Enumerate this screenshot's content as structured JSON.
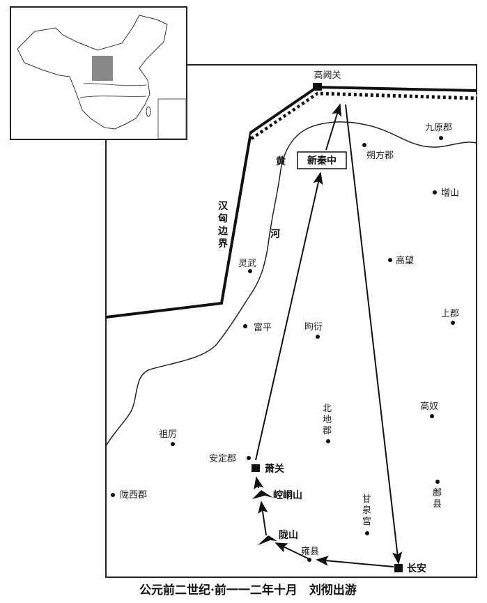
{
  "title": "公元前二世纪·前一一二年十月　刘彻出游",
  "boundary_label": [
    "汉",
    "匈",
    "边",
    "界"
  ],
  "river_label": [
    "黄",
    "河"
  ],
  "region_label": "新秦中",
  "places": {
    "gaoque": "高阙关",
    "jiuyuan": "九原郡",
    "shuofang": "朔方郡",
    "zengshan": "增山",
    "gaowang": "高望",
    "shangjun": "上郡",
    "lingwu": "灵武",
    "fuping": "富平",
    "quyan": "昫衍",
    "beidi": [
      "北",
      "地",
      "郡"
    ],
    "gaonu": "高奴",
    "zuli": "祖厉",
    "anding": "安定郡",
    "xiaoguan": "萧关",
    "kongtong": "崆峒山",
    "longxi": "陇西郡",
    "fuxian": [
      "鄜",
      "县"
    ],
    "ganquan": [
      "甘",
      "泉",
      "宫"
    ],
    "longshan": "陇山",
    "yongxian": "雍县",
    "changan": "长安"
  },
  "colors": {
    "ink": "#111111",
    "inset_highlight": "#888888"
  }
}
